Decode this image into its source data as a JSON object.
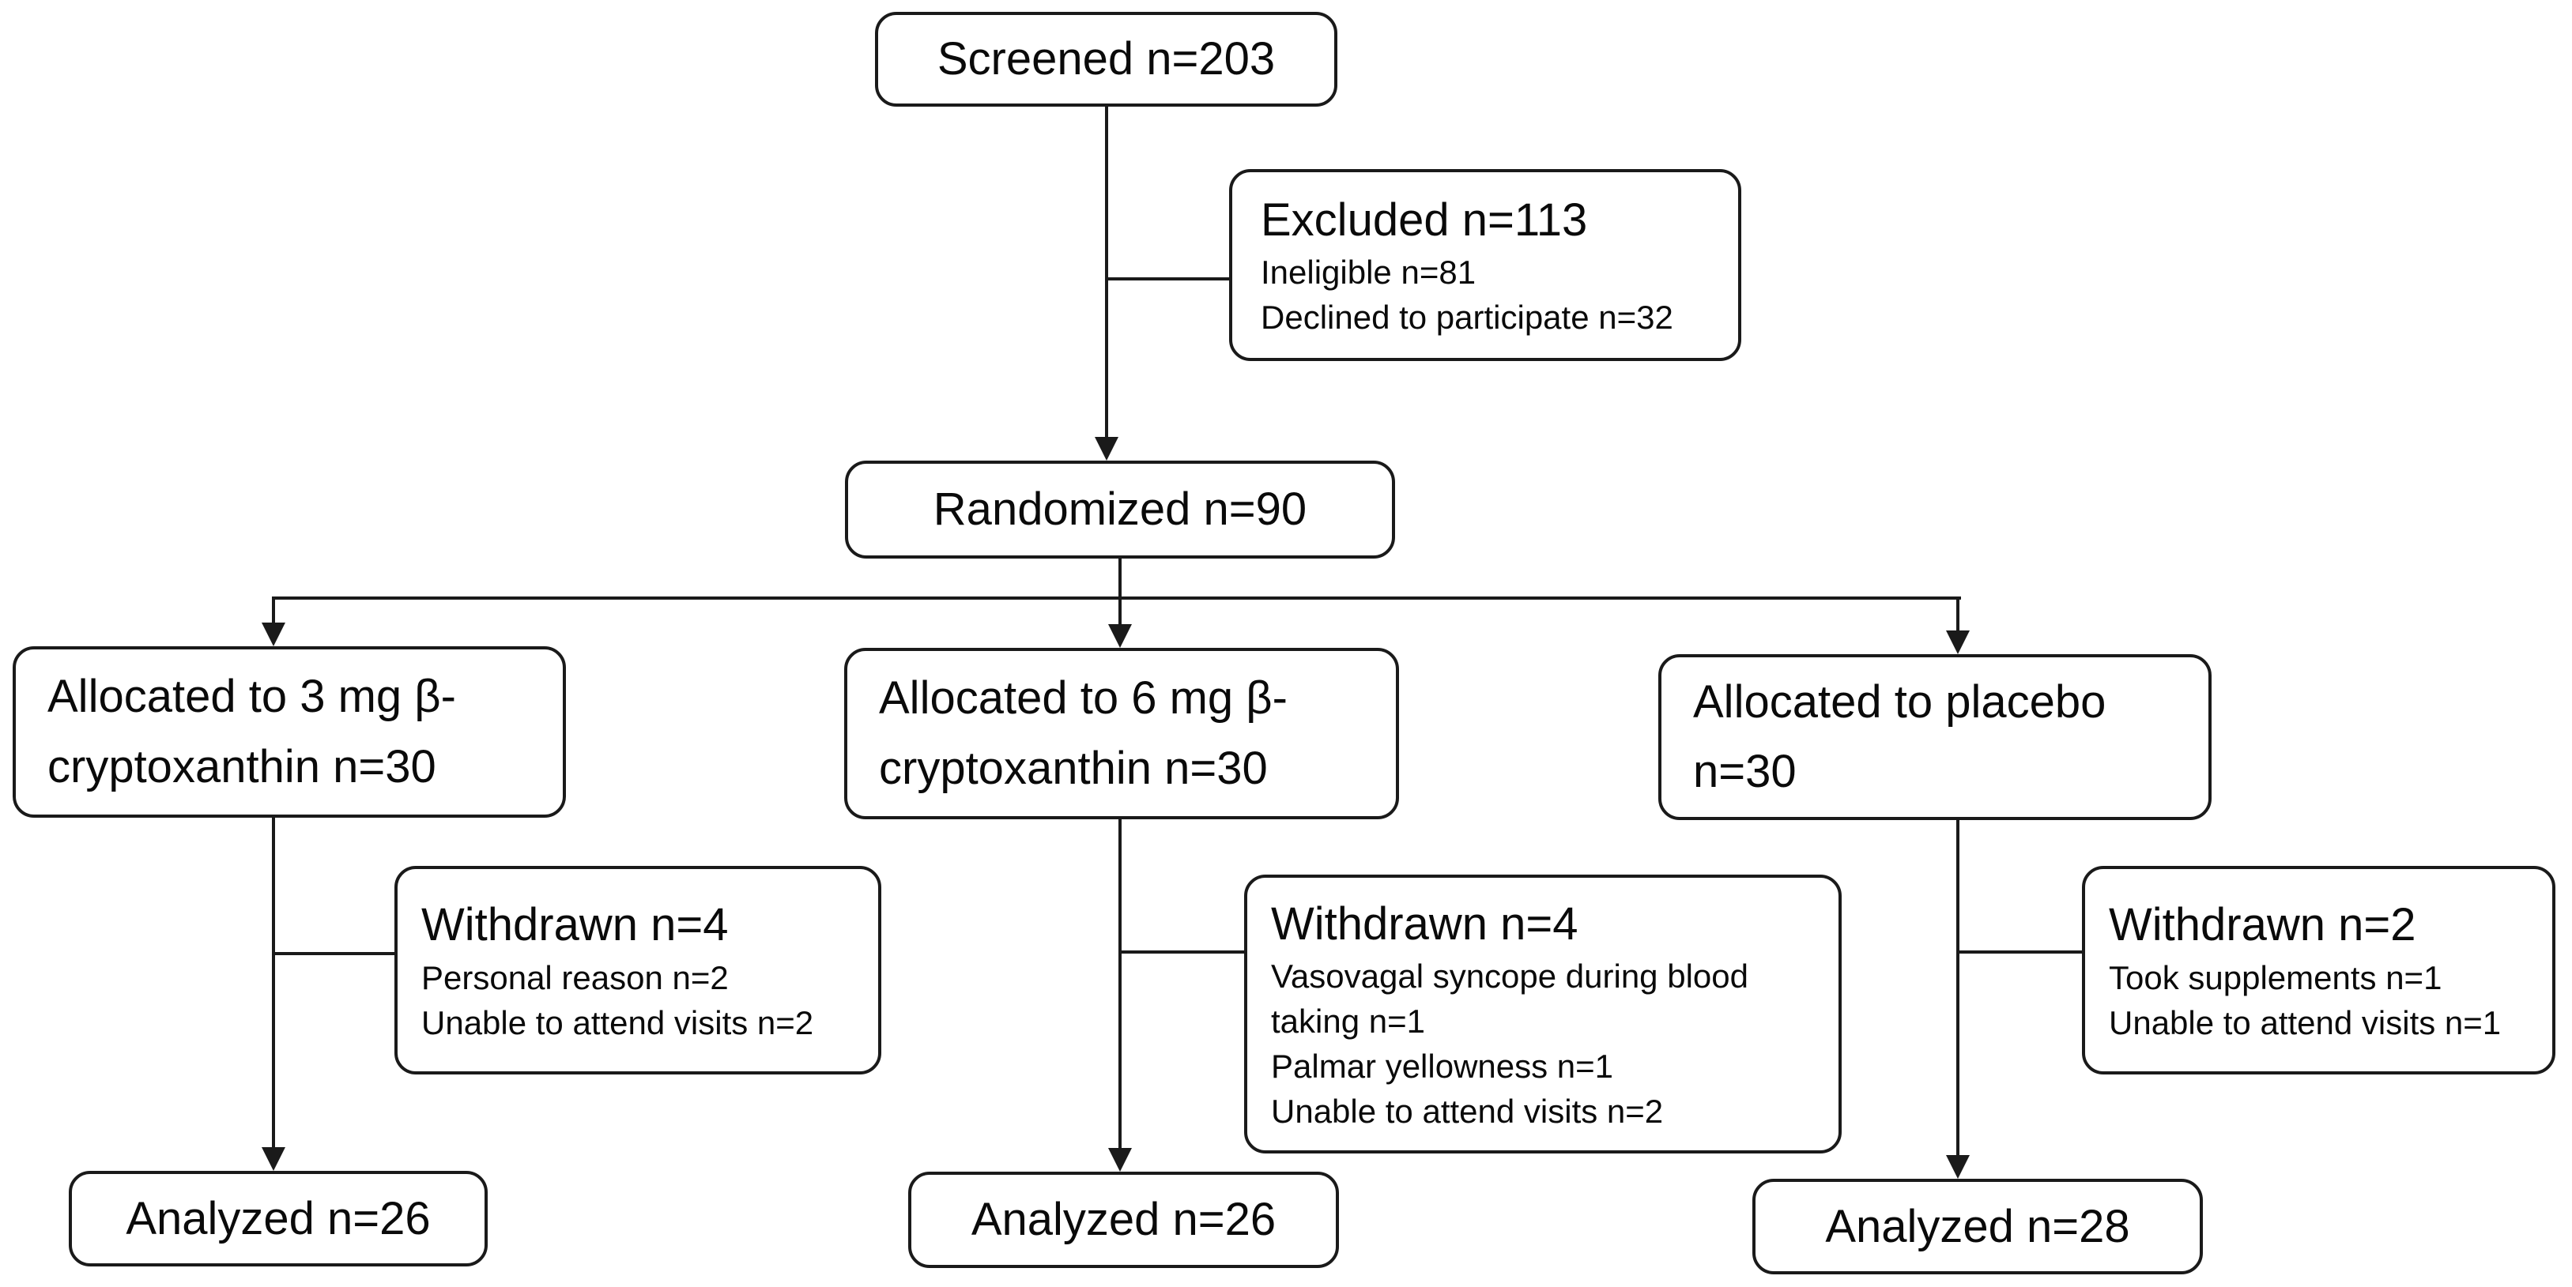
{
  "colors": {
    "background": "#ffffff",
    "box_border": "#1a1a1a",
    "connector_line": "#1a1a1a",
    "text": "#0a0a0a"
  },
  "nodes": {
    "screened": {
      "title": "Screened n=203"
    },
    "excluded": {
      "title": "Excluded n=113",
      "details": [
        "Ineligible n=81",
        "Declined to participate n=32"
      ]
    },
    "randomized": {
      "title": "Randomized n=90"
    },
    "alloc_3mg": {
      "title": "Allocated to 3 mg β-cryptoxanthin n=30"
    },
    "alloc_6mg": {
      "title": "Allocated to 6 mg β-cryptoxanthin n=30"
    },
    "alloc_placebo": {
      "title": "Allocated to placebo n=30"
    },
    "withdrawn_3mg": {
      "title": "Withdrawn n=4",
      "details": [
        "Personal reason n=2",
        "Unable to attend visits n=2"
      ]
    },
    "withdrawn_6mg": {
      "title": "Withdrawn n=4",
      "details": [
        "Vasovagal syncope during blood taking n=1",
        "Palmar yellowness n=1",
        "Unable to attend visits n=2"
      ]
    },
    "withdrawn_placebo": {
      "title": "Withdrawn n=2",
      "details": [
        "Took supplements n=1",
        "Unable to attend visits n=1"
      ]
    },
    "analyzed_3mg": {
      "title": "Analyzed n=26"
    },
    "analyzed_6mg": {
      "title": "Analyzed n=26"
    },
    "analyzed_placebo": {
      "title": "Analyzed n=28"
    }
  }
}
